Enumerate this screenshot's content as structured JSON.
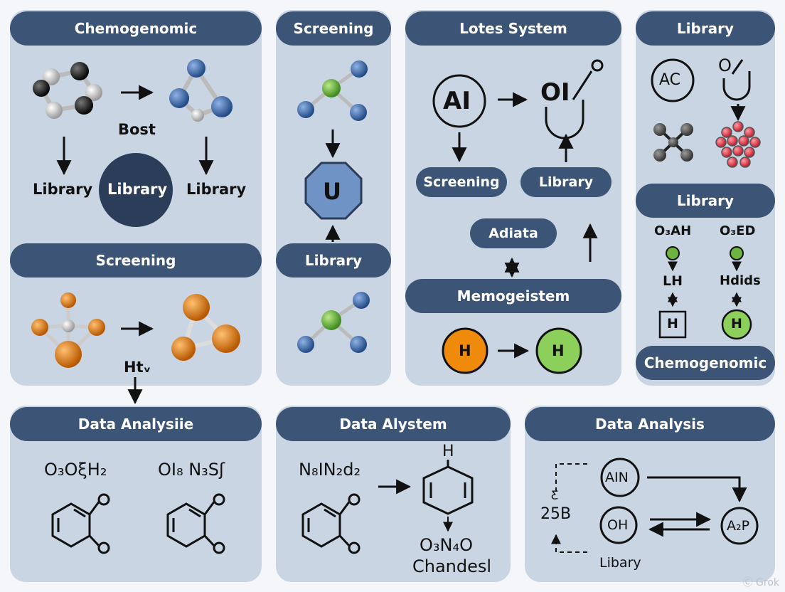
{
  "panels": {
    "p1": {
      "header": "Chemogenomic",
      "label_top": "Bost",
      "label_left": "Library",
      "label_circle": "Library",
      "label_right": "Library"
    },
    "p2": {
      "header": "Screening",
      "label_below": "Htᵥ"
    },
    "p3": {
      "header": "Screening",
      "octagon_letter": "U",
      "pill": "Library"
    },
    "p4": {
      "header": "Lotes System",
      "ai_circle": "AI",
      "oi_text": "OI",
      "pill_left": "Screening",
      "pill_right": "Library",
      "pill_mid": "Adiata",
      "bar": "Memogeistem",
      "circle_left": "H",
      "circle_right": "H"
    },
    "p5": {
      "header": "Library",
      "ac_circle": "AC",
      "o_text": "O",
      "subheader": "Library",
      "col1_formula": "O₃AH",
      "col2_formula": "O₃ED",
      "col1_label": "LH",
      "col2_label": "Hdids",
      "box_letter": "H",
      "green_letter": "H",
      "footer": "Chemogenomic"
    },
    "p6": {
      "header": "Data Analysiie",
      "formula_left": "O₃OξH₂",
      "formula_right": "OI₈ N₃Sʃ"
    },
    "p7": {
      "header": "Data Alystem",
      "formula_left": "N₈IN₂d₂",
      "h_top": "H",
      "formula_bottom": "O₃N₄O",
      "label_bottom": "Chandesl"
    },
    "p8": {
      "header": "Data Analysis",
      "circle_ain": "AIN",
      "circle_oh": "OH",
      "circle_azp": "A₂P",
      "label_side": "25B",
      "label_side_small": "Ƹ",
      "label_bottom": "Libary"
    }
  },
  "watermark": "Ⓒ Grok",
  "colors": {
    "panel_bg": "#c9d5e3",
    "header_bg": "#3c5577",
    "atom_blue": "#3f6aa8",
    "atom_orange": "#e07a10",
    "atom_green": "#6cb33f",
    "atom_red": "#e33f4f",
    "circle_orange": "#f08a0a",
    "circle_green": "#8ccf5a"
  }
}
